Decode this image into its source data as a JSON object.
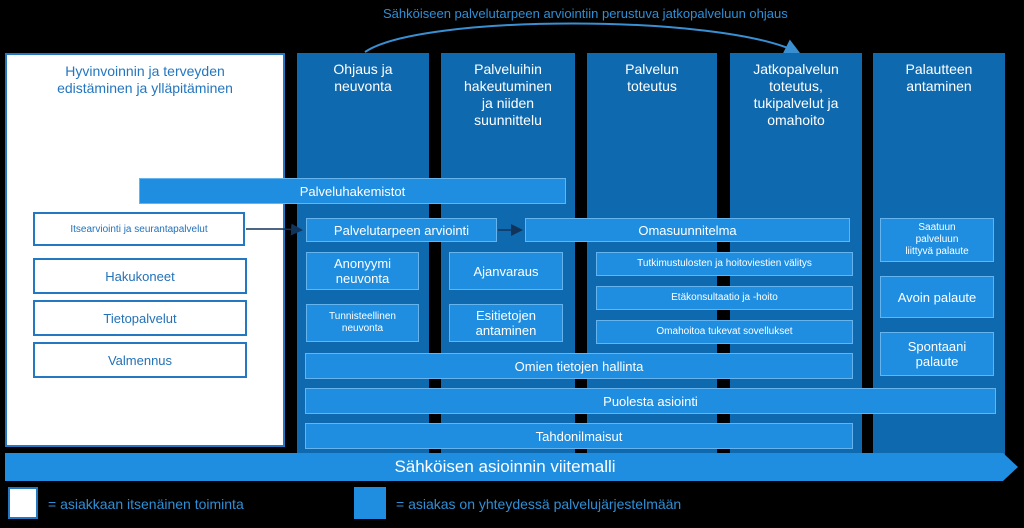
{
  "top_note": "Sähköiseen palvelutarpeen arviointiin perustuva jatkopalveluun ohjaus",
  "left_panel": {
    "title": "Hyvinvoinnin ja terveyden\nedistäminen ja ylläpitäminen",
    "items": [
      "Itsearviointi ja seurantapalvelut",
      "Hakukoneet",
      "Tietopalvelut",
      "Valmennus"
    ]
  },
  "columns": [
    "Ohjaus ja\nneuvonta",
    "Palveluihin\nhakeutuminen\nja niiden\nsuunnittelu",
    "Palvelun\ntoteutus",
    "Jatkopalvelun\ntoteutus,\ntukipalvelut ja\nomahoito",
    "Palautteen\nantaminen"
  ],
  "bars": {
    "palveluhakemistot": "Palveluhakemistot",
    "palvelutarpeen_arviointi": "Palvelutarpeen arviointi",
    "omasuunnitelma": "Omasuunnitelma",
    "anonyymi_neuvonta": "Anonyymi\nneuvonta",
    "tunnisteellinen_neuvonta": "Tunnisteellinen\nneuvonta",
    "ajanvaraus": "Ajanvaraus",
    "esitietojen_antaminen": "Esitietojen\nantaminen",
    "tutkimustulosten": "Tutkimustulosten ja hoitoviestien välitys",
    "etakonsultaatio": "Etäkonsultaatio ja -hoito",
    "omahoitoa": "Omahoitoa tukevat sovellukset",
    "omien_tietojen": "Omien tietojen hallinta",
    "puolesta_asiointi": "Puolesta asiointi",
    "tahdonilmaisut": "Tahdonilmaisut",
    "saatuun_palveluun": "Saatuun\npalveluun\nliittyvä palaute",
    "avoin_palaute": "Avoin palaute",
    "spontaani_palaute": "Spontaani\npalaute"
  },
  "banner": "Sähköisen asioinnin viitemalli",
  "legend": {
    "white": "= asiakkaan itsenäinen toiminta",
    "blue": "= asiakas on yhteydessä palvelujärjestelmään"
  },
  "colors": {
    "column_bg": "#0e69ae",
    "box_bg": "#1f8ee0",
    "outline": "#2378c1",
    "text_blue": "#2f8fd6"
  }
}
